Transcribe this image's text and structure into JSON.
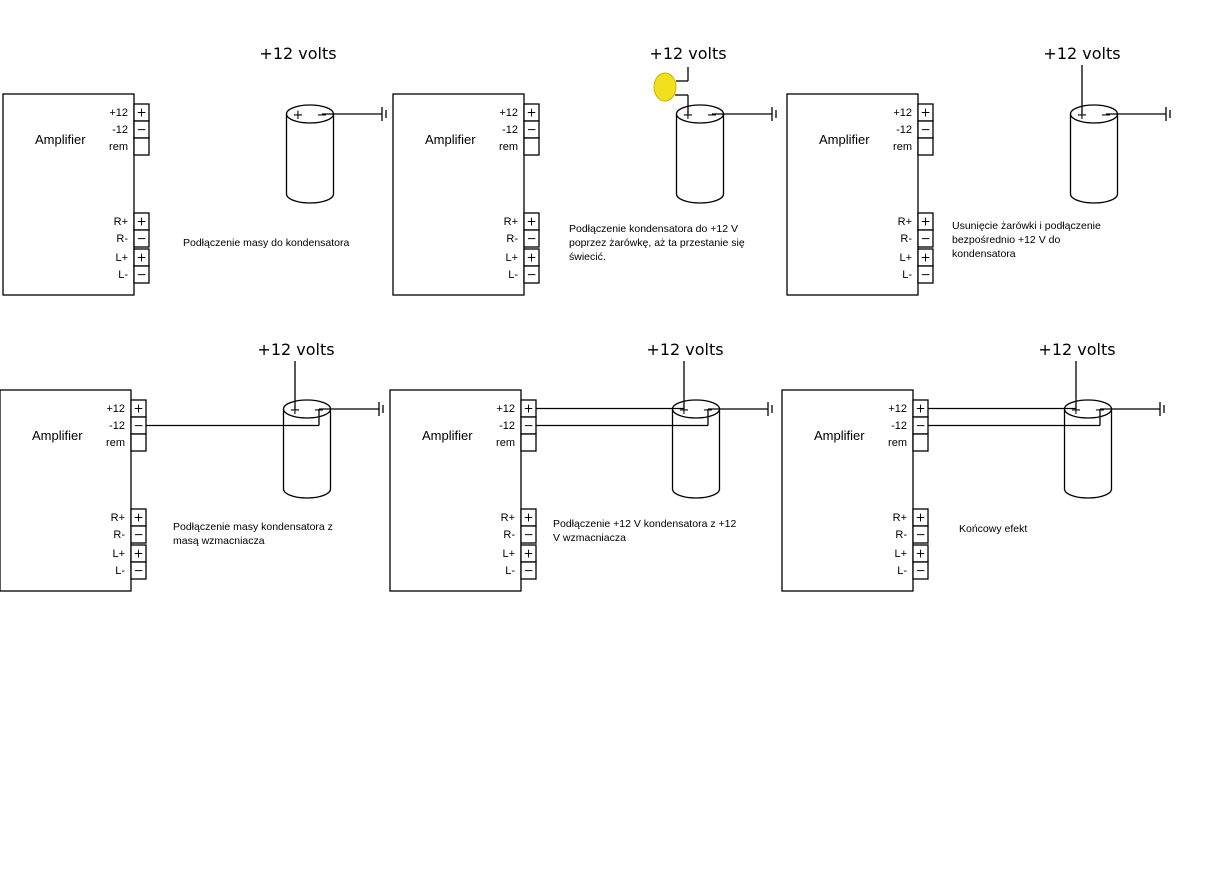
{
  "amplifier_label": "Amplifier",
  "volts_label": "+12 volts",
  "terminals": {
    "top": [
      "+12",
      "-12",
      "rem"
    ],
    "bottom": [
      "R+",
      "R-",
      "L+",
      "L-"
    ],
    "top_signs": [
      "+",
      "−",
      ""
    ],
    "bottom_signs": [
      "+",
      "−",
      "+",
      "−"
    ]
  },
  "capacitor_signs": {
    "plus": "+",
    "minus": "−"
  },
  "lamp_color": "#f2e01e",
  "steps": [
    {
      "description": [
        "Podłączenie masy do kondensatora"
      ],
      "wires": {
        "ground": true,
        "lamp": false,
        "direct_plus": false,
        "amp_neg": false,
        "amp_pos": false
      }
    },
    {
      "description": [
        "Podłączenie kondensatora do +12 V",
        "poprzez żarówkę, aż ta przestanie się",
        "świecić."
      ],
      "wires": {
        "ground": true,
        "lamp": true,
        "direct_plus": false,
        "amp_neg": false,
        "amp_pos": false
      }
    },
    {
      "description": [
        "Usunięcie żarówki i podłączenie",
        "bezpośrednio +12 V do",
        "kondensatora"
      ],
      "wires": {
        "ground": true,
        "lamp": false,
        "direct_plus": true,
        "amp_neg": false,
        "amp_pos": false
      }
    },
    {
      "description": [
        "Podłączenie masy kondensatora z",
        "masą wzmacniacza"
      ],
      "wires": {
        "ground": true,
        "lamp": false,
        "direct_plus": true,
        "amp_neg": true,
        "amp_pos": false
      }
    },
    {
      "description": [
        "Podłączenie +12 V kondensatora z +12",
        "V wzmacniacza"
      ],
      "wires": {
        "ground": true,
        "lamp": false,
        "direct_plus": true,
        "amp_neg": true,
        "amp_pos": true
      }
    },
    {
      "description": [
        "Końcowy efekt"
      ],
      "wires": {
        "ground": true,
        "lamp": false,
        "direct_plus": true,
        "amp_neg": true,
        "amp_pos": true
      }
    }
  ]
}
